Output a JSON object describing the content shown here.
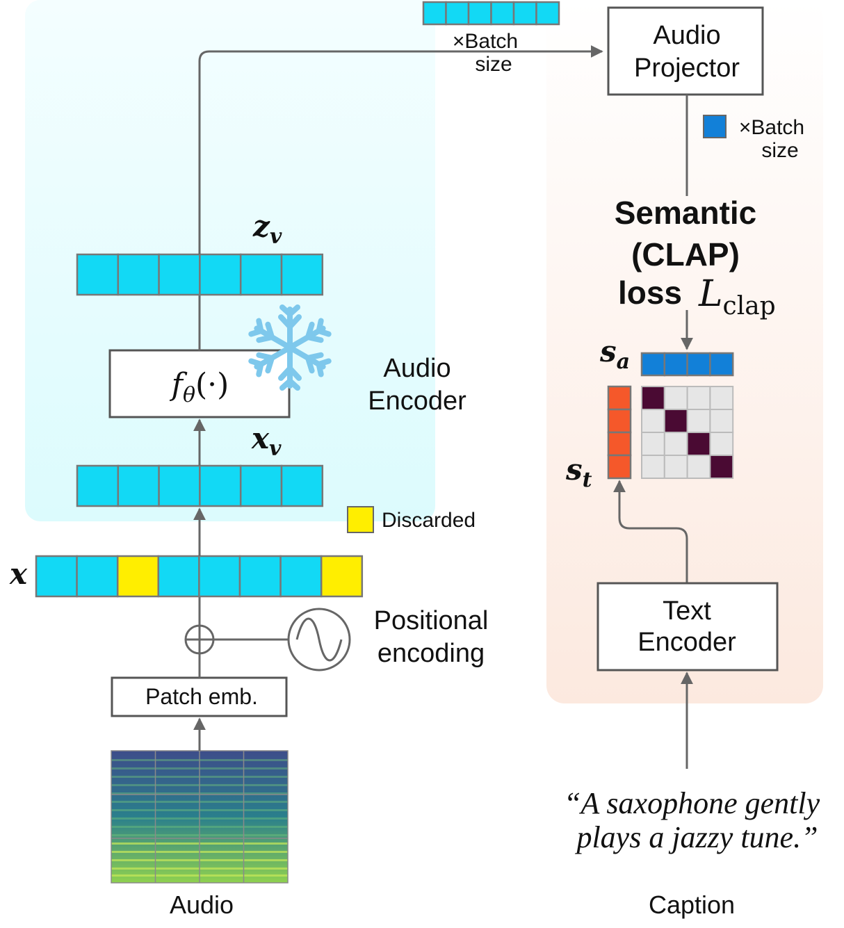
{
  "colors": {
    "token": "#12d9f5",
    "discarded": "#ffee00",
    "audio_embed": "#1280d8",
    "text_embed": "#f5582a",
    "matrix_diag": "#4a0a33",
    "matrix_off": "#e6e6e6",
    "arrow": "#666666",
    "encoder_bg": "#e2fbfd",
    "loss_bg": "#fdeee6"
  },
  "left": {
    "audio_encoder_label": [
      "Audio",
      "Encoder"
    ],
    "f_label": "fθ(·)",
    "z_label": "zv",
    "xv_label": "xv",
    "x_label": "x",
    "discarded_label": "Discarded",
    "positional_label": [
      "Positional",
      "encoding"
    ],
    "patch_emb_label": "Patch emb.",
    "audio_label": "Audio",
    "x_tokens": [
      "kept",
      "kept",
      "discarded",
      "kept",
      "kept",
      "kept",
      "kept",
      "discarded"
    ]
  },
  "top": {
    "batch_label": [
      "×Batch",
      "size"
    ]
  },
  "right": {
    "projector_label": [
      "Audio",
      "Projector"
    ],
    "batch_label": [
      "×Batch",
      "size"
    ],
    "loss_label": [
      "Semantic",
      "(CLAP)",
      "loss"
    ],
    "loss_symbol": "L",
    "loss_subscript": "clap",
    "sa_label": "sa",
    "st_label": "st",
    "text_encoder_label": [
      "Text",
      "Encoder"
    ],
    "caption_text": [
      "“A saxophone gently",
      "plays a jazzy tune.”"
    ],
    "caption_label": "Caption"
  }
}
